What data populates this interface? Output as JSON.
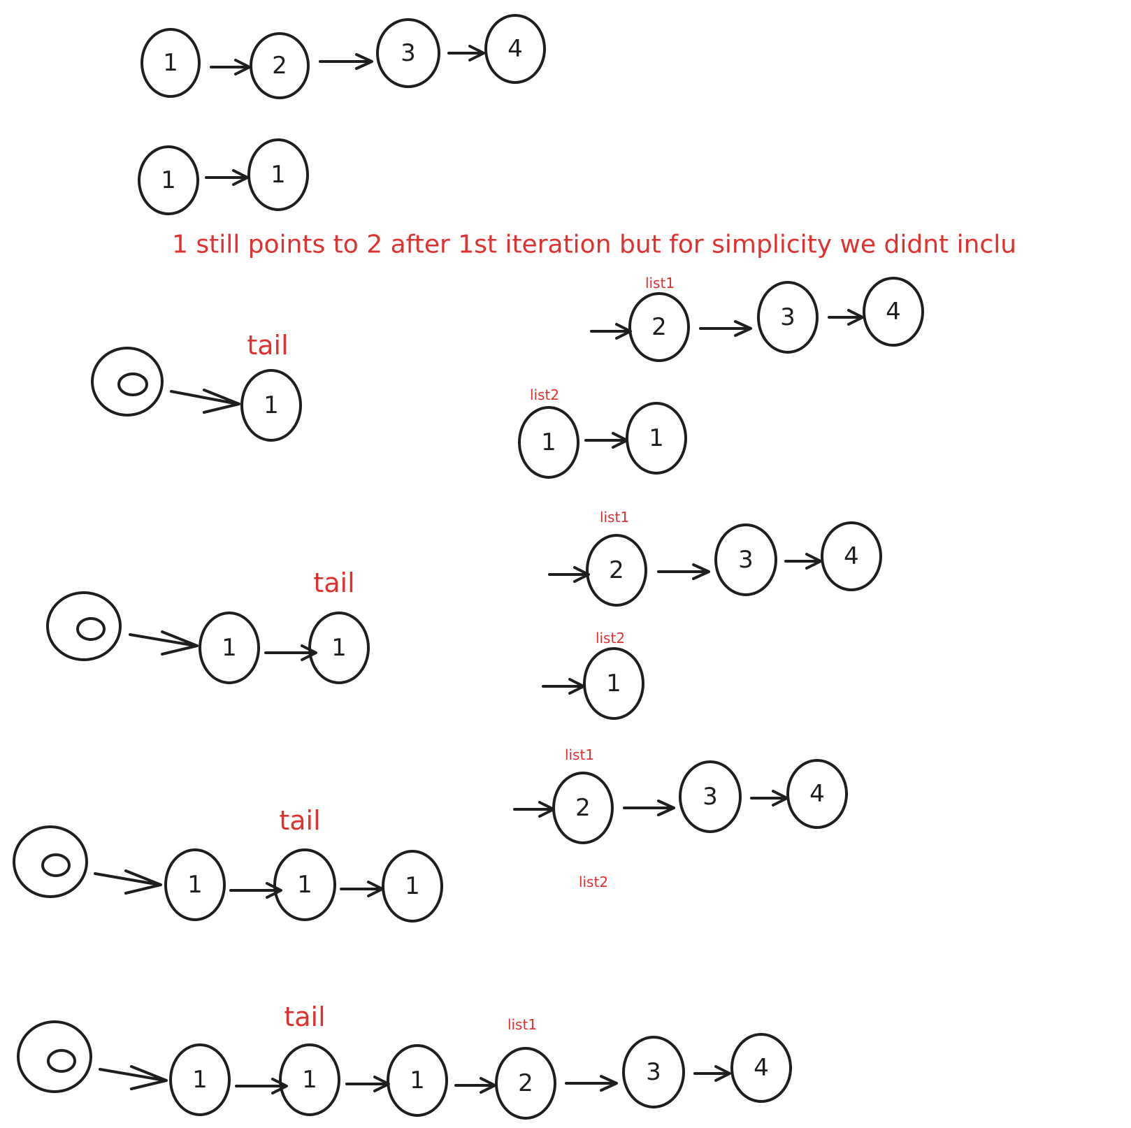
{
  "note": "1 still points to 2 after 1st iteration but for simplicity we didnt inclu",
  "labels": {
    "tail": "tail",
    "list1": "list1",
    "list2": "list2"
  },
  "nodes": {
    "a1": "1",
    "a2": "2",
    "a3": "3",
    "a4": "4",
    "b1": "1",
    "b2": "1",
    "s1_dummy": "0",
    "s1_n1": "1",
    "s1_l1_n2": "2",
    "s1_l1_n3": "3",
    "s1_l1_n4": "4",
    "s1_l2_n1": "1",
    "s1_l2_n2": "1",
    "s2_dummy": "0",
    "s2_n1": "1",
    "s2_n2": "1",
    "s2_l1_n2": "2",
    "s2_l1_n3": "3",
    "s2_l1_n4": "4",
    "s2_l2_n1": "1",
    "s3_dummy": "0",
    "s3_n1": "1",
    "s3_n2": "1",
    "s3_n3": "1",
    "s3_l1_n2": "2",
    "s3_l1_n3": "3",
    "s3_l1_n4": "4",
    "s4_dummy": "0",
    "s4_n1": "1",
    "s4_n2": "1",
    "s4_n3": "1",
    "s4_n4": "2",
    "s4_n5": "3",
    "s4_n6": "4"
  }
}
